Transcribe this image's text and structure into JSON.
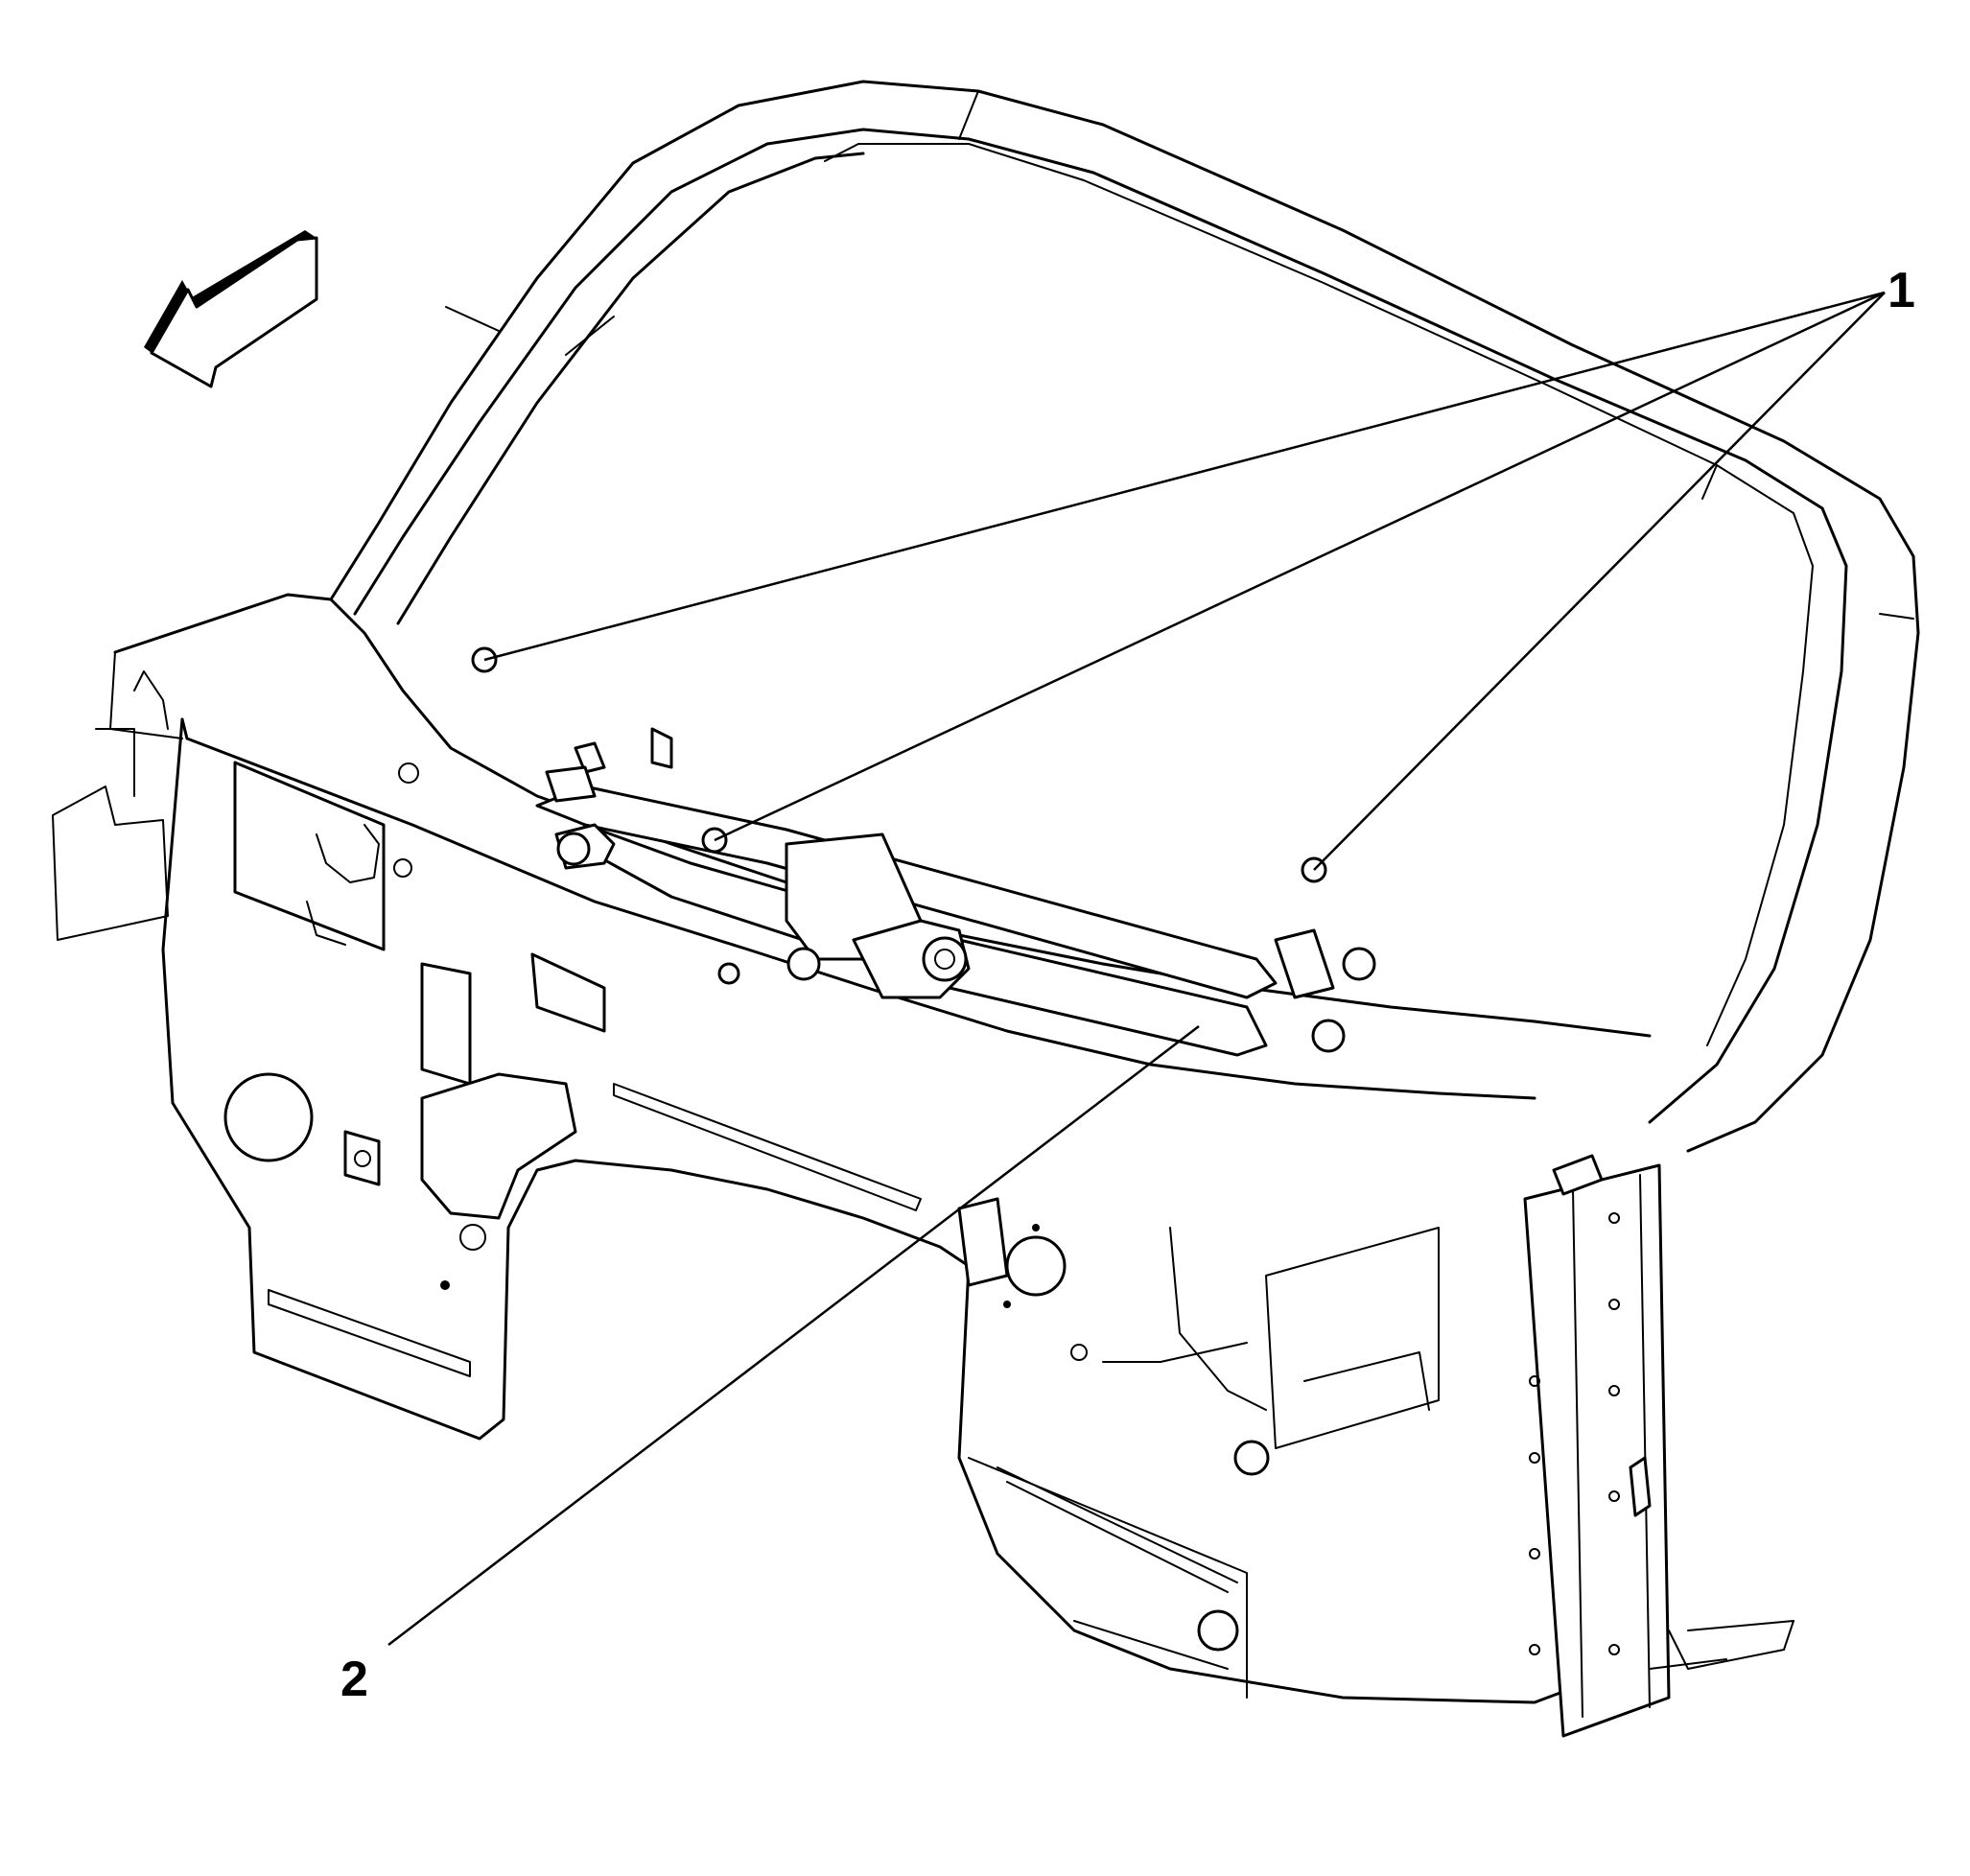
{
  "figure": {
    "callouts": [
      {
        "id": "1",
        "label": "1"
      },
      {
        "id": "2",
        "label": "2"
      }
    ],
    "icons": [
      "direction-arrow-icon"
    ],
    "colors": {
      "line": "#000000",
      "background": "#ffffff"
    }
  }
}
